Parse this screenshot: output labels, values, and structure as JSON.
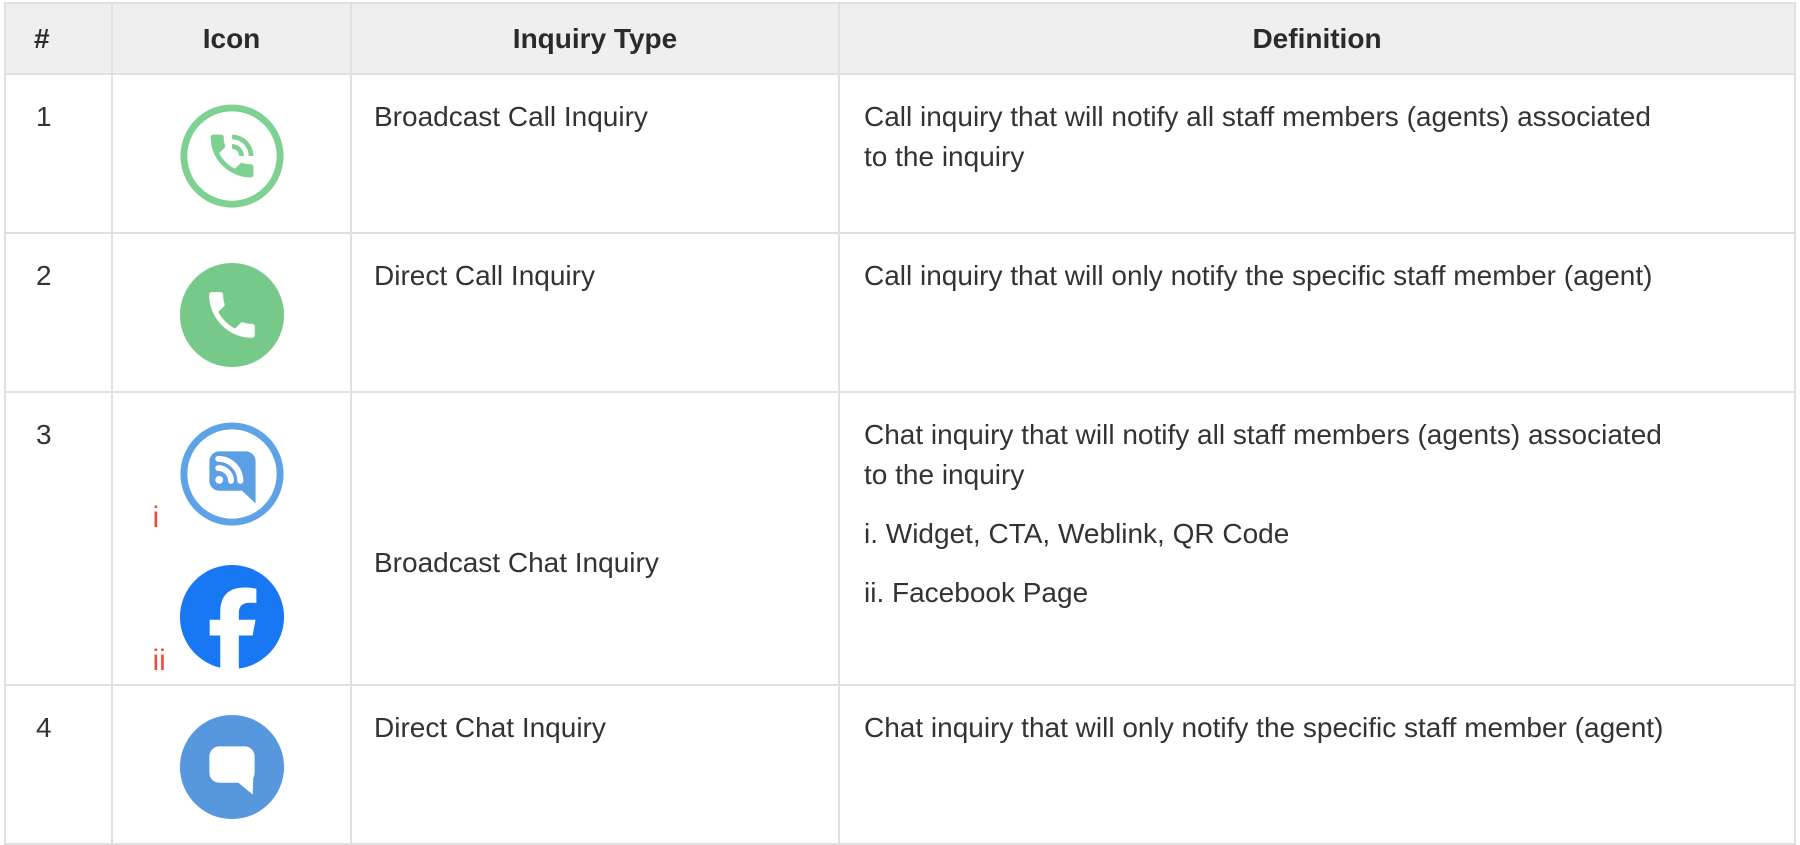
{
  "table": {
    "headers": [
      "#",
      "Icon",
      "Inquiry Type",
      "Definition"
    ],
    "rows": [
      {
        "number": "1",
        "icon": "broadcast-call-icon",
        "inquiry_type": "Broadcast Call Inquiry",
        "definition": "Call inquiry that will notify all staff members (agents) associated to the inquiry"
      },
      {
        "number": "2",
        "icon": "direct-call-icon",
        "inquiry_type": "Direct Call Inquiry",
        "definition": "Call inquiry that will only notify the specific staff member (agent)"
      },
      {
        "number": "3",
        "icons": [
          "broadcast-chat-icon",
          "facebook-icon"
        ],
        "icon_labels": [
          "i",
          "ii"
        ],
        "inquiry_type": "Broadcast Chat Inquiry",
        "definition": "Chat inquiry that will notify all staff members (agents) associated to the inquiry",
        "notes": [
          "i. Widget, CTA, Weblink, QR Code",
          "ii. Facebook Page"
        ]
      },
      {
        "number": "4",
        "icon": "direct-chat-icon",
        "inquiry_type": "Direct Chat Inquiry",
        "definition": "Chat inquiry that will only notify the specific staff member (agent)"
      }
    ],
    "colors": {
      "broadcast_call_green": "#7fd191",
      "direct_call_green": "#76c989",
      "broadcast_chat_ring_blue": "#5ea3e8",
      "broadcast_chat_bubble_blue": "#5b9fe4",
      "direct_chat_blue": "#5697de",
      "facebook_blue": "#1877f2",
      "icon_label_red": "#f2483f",
      "header_background": "#efefef",
      "border": "#e0e0e0",
      "text": "#333333"
    }
  }
}
